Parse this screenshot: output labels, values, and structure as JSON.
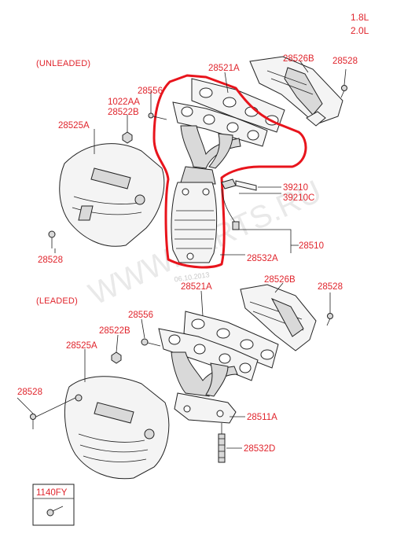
{
  "engine": {
    "line1": "1.8L",
    "line2": "2.0L"
  },
  "sections": {
    "unleaded": "(UNLEADED)",
    "leaded": "(LEADED)"
  },
  "labels": {
    "u_28526B": "28526B",
    "u_28528_top": "28528",
    "u_28521A": "28521A",
    "u_28556": "28556",
    "u_1022AA": "1022AA",
    "u_28522B": "28522B",
    "u_28525A": "28525A",
    "u_39210": "39210",
    "u_39210C": "39210C",
    "u_28510": "28510",
    "u_28532A": "28532A",
    "u_28528_left": "28528",
    "l_28526B": "28526B",
    "l_28528_right": "28528",
    "l_28521A": "28521A",
    "l_28556": "28556",
    "l_28522B": "28522B",
    "l_28525A": "28525A",
    "l_28528_left": "28528",
    "l_28511A": "28511A",
    "l_28532D": "28532D",
    "box_1140FY": "1140FY"
  },
  "watermark": {
    "text": "WWW.PARTS.RU",
    "date": "06.10.2013"
  },
  "colors": {
    "label": "#e0242c",
    "highlight": "#e8141c",
    "line": "#222222"
  }
}
